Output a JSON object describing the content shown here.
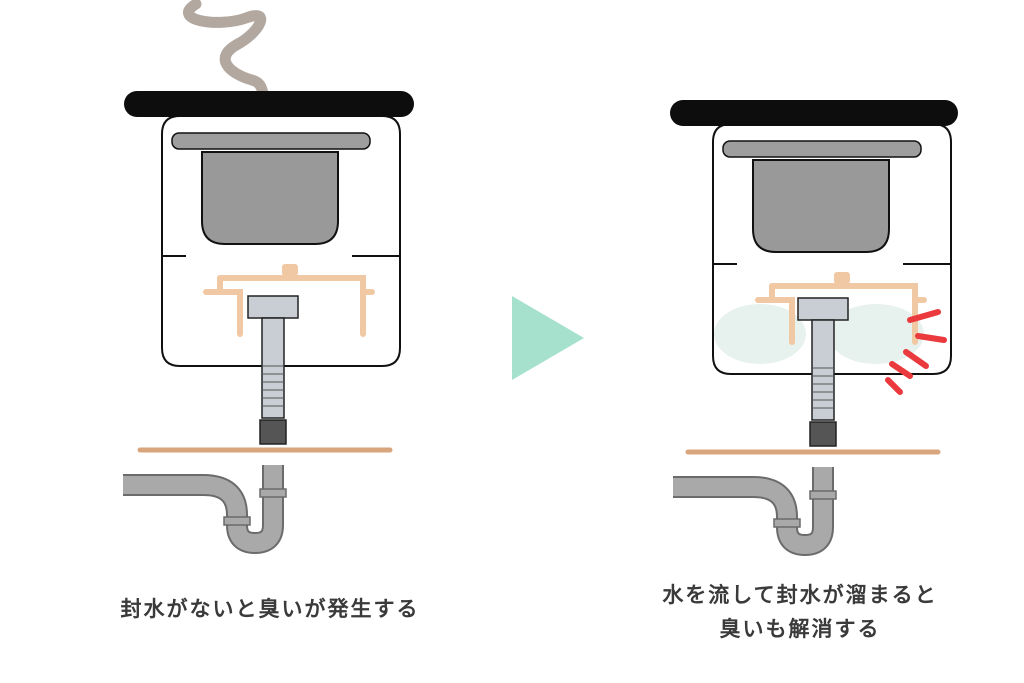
{
  "captions": {
    "left": "封水がないと臭いが発生する",
    "right_line1": "水を流して封水が溜まると",
    "right_line2": "臭いも解消する"
  },
  "colors": {
    "rim": "#0d0d0d",
    "basin_fill": "#999999",
    "bar_fill": "#9e9e9e",
    "trap_beige": "#f0c9a4",
    "pipe_steel": "#c8ced4",
    "floor": "#d9a57d",
    "drain_pipe": "#a9a9a9",
    "smell": "#b2a8a0",
    "water": "#e7f1ee",
    "arrow": "#a6e1ce",
    "alert": "#ea3a3d",
    "text": "#3a3a3a"
  },
  "icons": [
    "smell-wave-icon",
    "next-arrow-icon",
    "alert-burst-icon"
  ]
}
